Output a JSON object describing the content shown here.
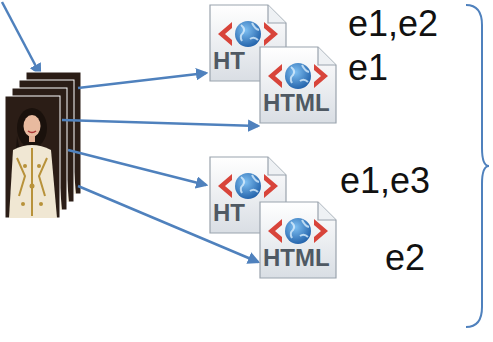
{
  "diagram": {
    "nodes": [
      {
        "text": [
          "HT",
          "e1,e2"
        ]
      },
      {
        "text": [
          "HTML",
          "e1"
        ]
      },
      {
        "text": [
          "HT",
          "e1,e3"
        ]
      },
      {
        "text": [
          "HTML",
          "e2"
        ]
      }
    ]
  }
}
